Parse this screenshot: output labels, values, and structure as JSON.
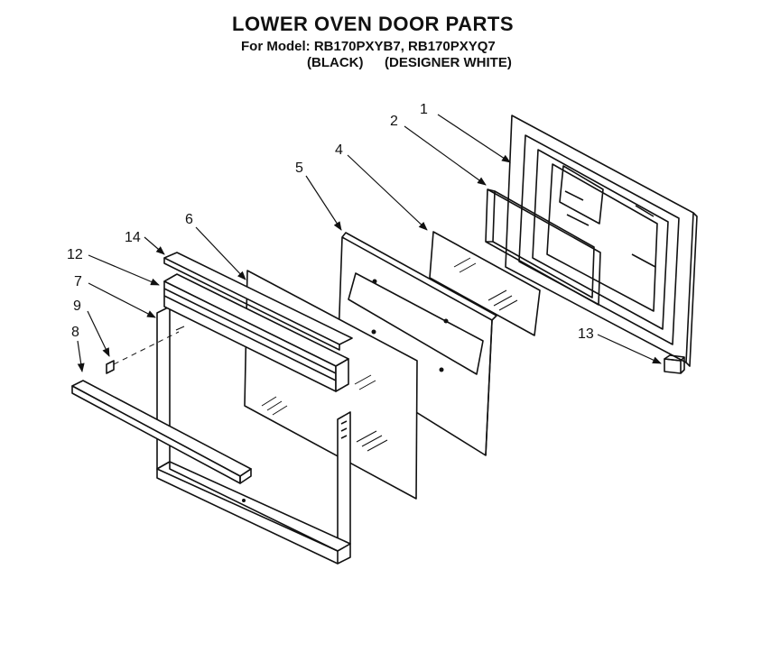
{
  "header": {
    "title": "LOWER OVEN DOOR PARTS",
    "model_line": "For Model: RB170PXYB7, RB170PXYQ7",
    "color_black": "(BLACK)",
    "color_white": "(DESIGNER WHITE)"
  },
  "callouts": [
    "1",
    "2",
    "4",
    "5",
    "6",
    "14",
    "12",
    "7",
    "9",
    "8",
    "13"
  ]
}
